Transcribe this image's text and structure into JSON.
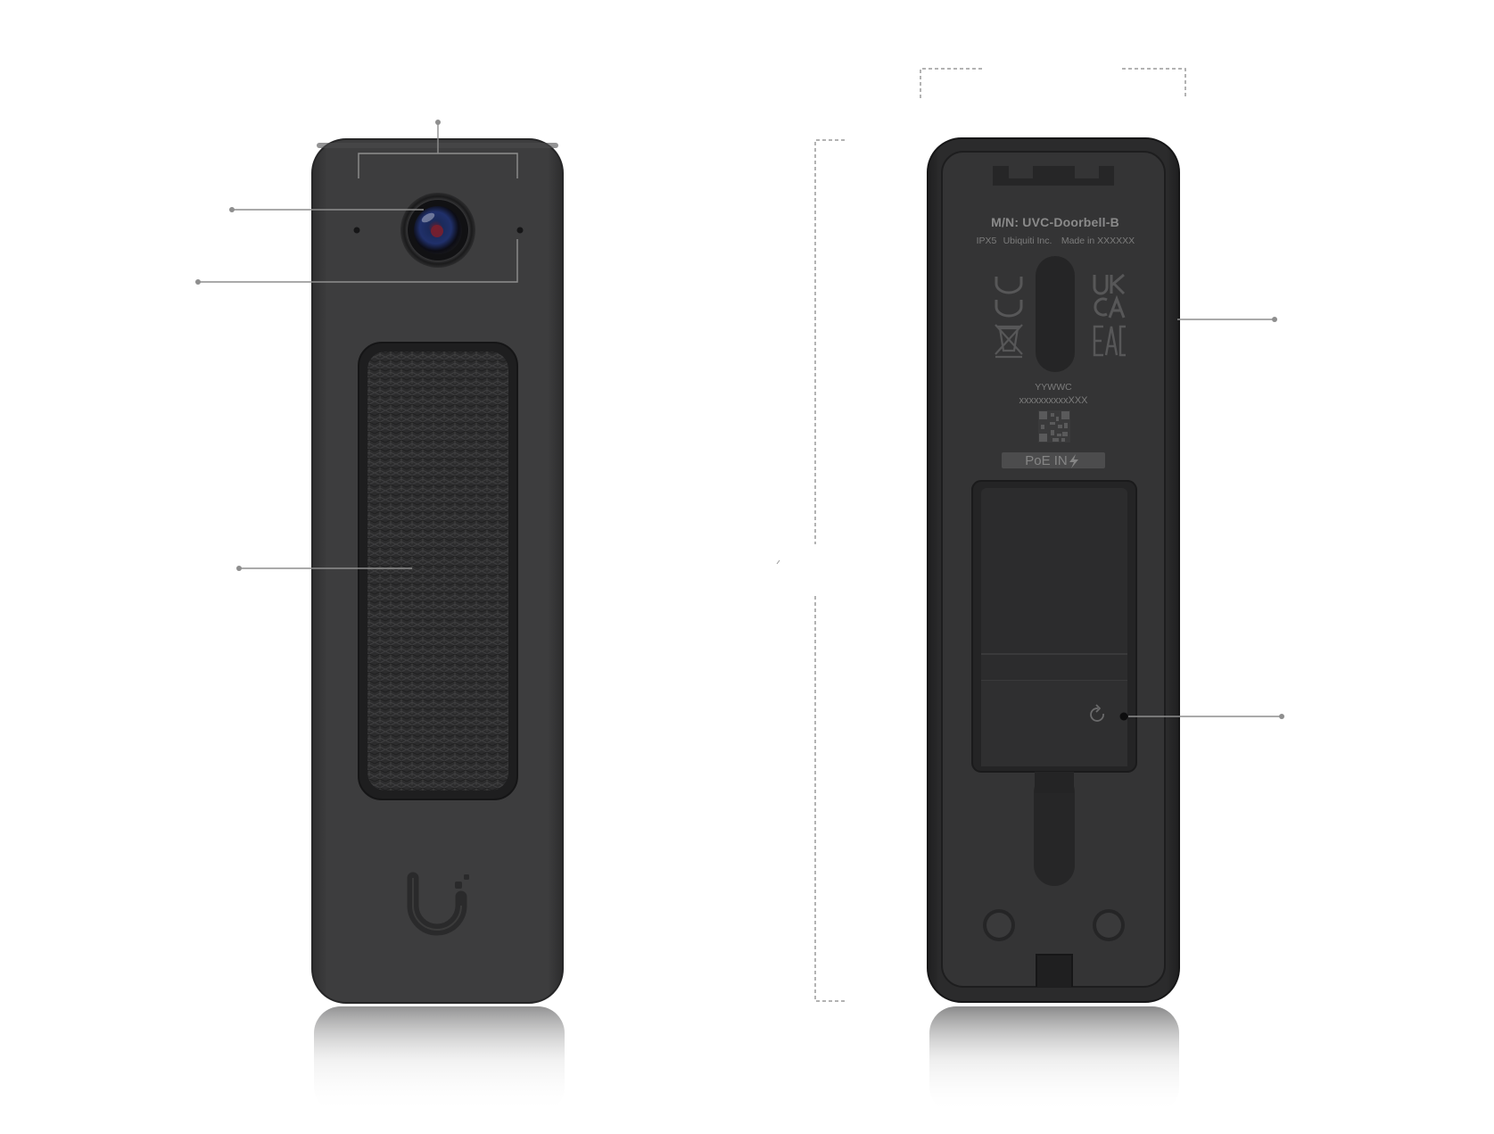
{
  "back_label": {
    "model": "M/N: UVC-Doorbell-B",
    "rating": "IPX5",
    "maker": "Ubiquiti Inc.",
    "made_in": "Made in XXXXXX",
    "date_code": "YYWWC",
    "serial": "xxxxxxxxxxXXX",
    "port": "PoE IN",
    "marks": [
      "UK",
      "CA",
      "EAC"
    ]
  },
  "colors": {
    "body": "#3c3c3d",
    "body_edge": "#2a2a2b",
    "pad": "#2b2b2c",
    "back_shell": "#262627",
    "back_inner": "#353536",
    "callout": "#8e8e8e",
    "dimension": "#9a9a9a",
    "label_text": "#8a8a8a"
  },
  "icons": {
    "reset": "reset-icon",
    "power": "lightning-icon",
    "logo": "ubiquiti-logo-icon",
    "qr": "qr-code-icon",
    "weee": "weee-bin-icon"
  }
}
